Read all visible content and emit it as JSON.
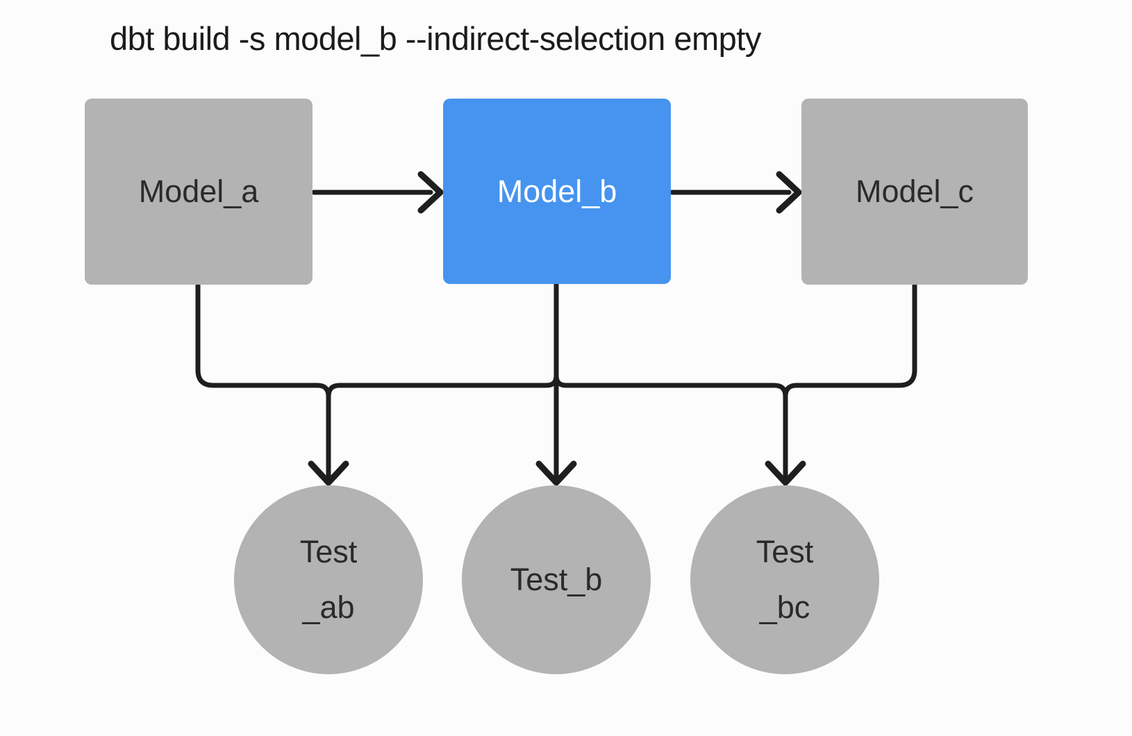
{
  "title": "dbt build -s model_b --indirect-selection empty",
  "nodes": {
    "model_a": {
      "label": "Model_a",
      "kind": "model",
      "selected": false
    },
    "model_b": {
      "label": "Model_b",
      "kind": "model",
      "selected": true
    },
    "model_c": {
      "label": "Model_c",
      "kind": "model",
      "selected": false
    },
    "test_ab": {
      "label": "Test\n_ab",
      "kind": "test",
      "selected": false
    },
    "test_b": {
      "label": "Test_b",
      "kind": "test",
      "selected": false
    },
    "test_bc": {
      "label": "Test\n_bc",
      "kind": "test",
      "selected": false
    }
  },
  "edges": [
    {
      "from": "model_a",
      "to": "model_b"
    },
    {
      "from": "model_b",
      "to": "model_c"
    },
    {
      "from": "model_a",
      "to": "test_ab"
    },
    {
      "from": "model_b",
      "to": "test_ab"
    },
    {
      "from": "model_b",
      "to": "test_b"
    },
    {
      "from": "model_b",
      "to": "test_bc"
    },
    {
      "from": "model_c",
      "to": "test_bc"
    }
  ],
  "colors": {
    "background": "#fcfcfc",
    "node_gray": "#b3b3b3",
    "selected_blue": "#4694ef",
    "edge_dark": "#1e1e1e",
    "text_dark": "#2a2a2a",
    "text_light": "#ffffff"
  }
}
